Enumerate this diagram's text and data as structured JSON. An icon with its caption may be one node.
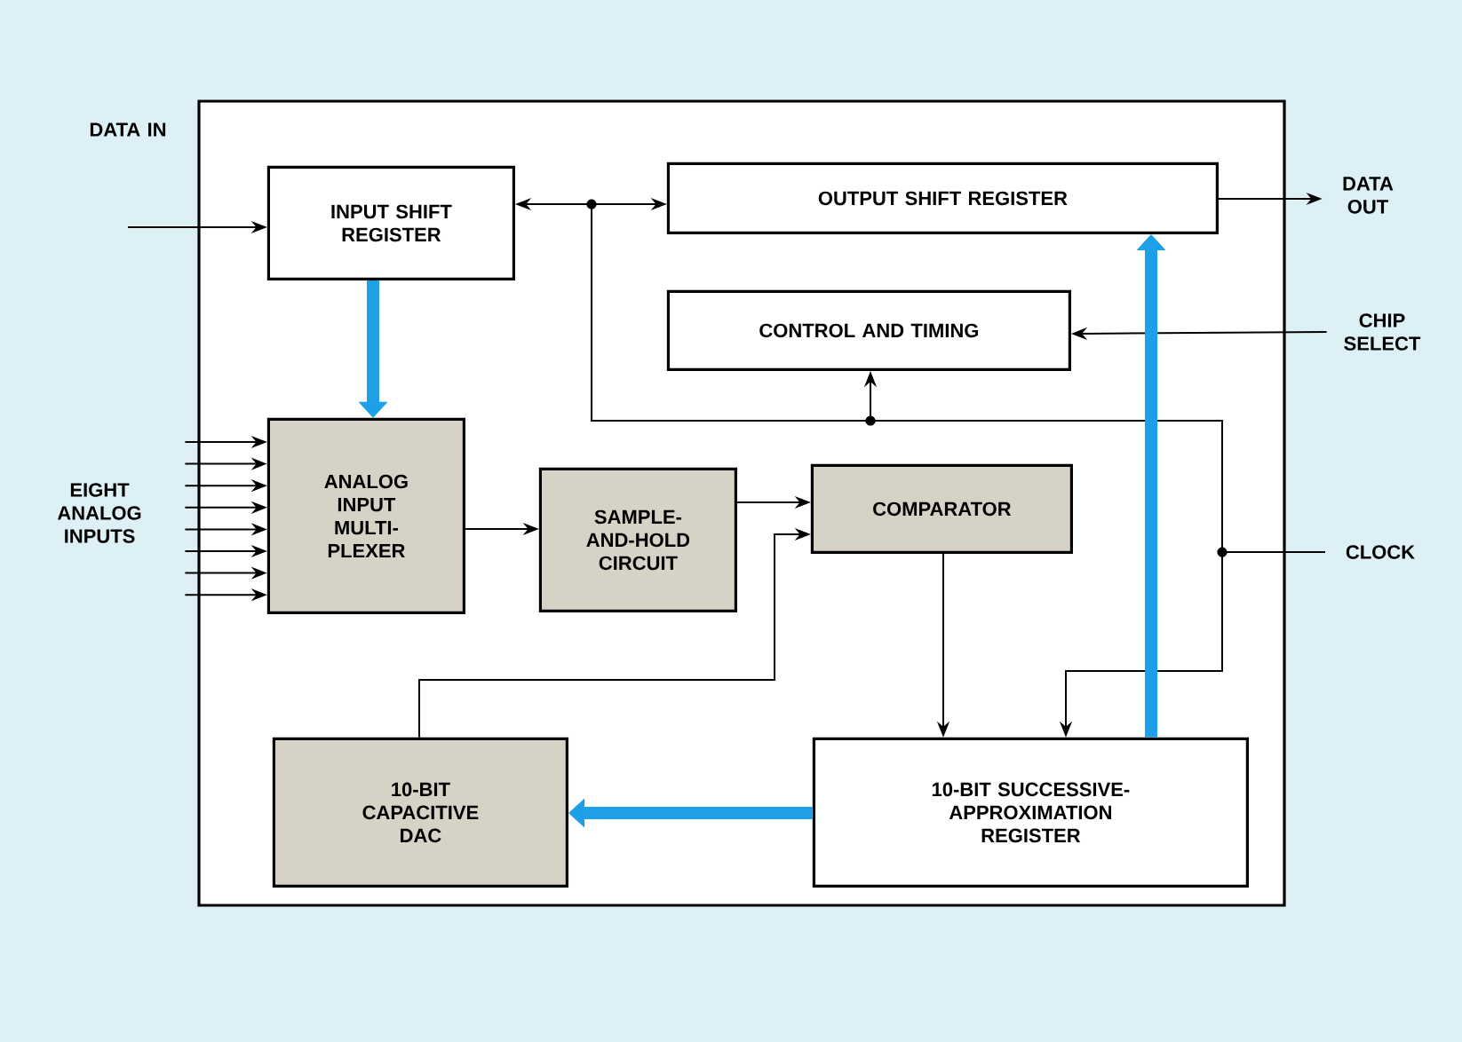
{
  "diagram": {
    "nodes": [
      {
        "text": [],
        "shape": "box"
      },
      {
        "text": [
          "INPUT SHIFT REGISTER"
        ],
        "in": 0
      },
      {
        "text": [
          "OUTPUT SHIFT REGISTER"
        ],
        "in": 0
      },
      {
        "text": [
          "CONTROL AND TIMING"
        ],
        "in": 0
      },
      {
        "text": [
          "ANALOG INPUT MULTI- PLEXER"
        ],
        "in": 0
      },
      {
        "text": [
          "SAMPLE- AND-HOLD CIRCUIT"
        ],
        "in": 0
      },
      {
        "text": [
          "COMPARATOR"
        ],
        "in": 0
      },
      {
        "text": [
          "10-BIT CAPACITIVE DAC"
        ],
        "in": 0
      },
      {
        "text": [
          "10-BIT SUCCESSIVE- APPROXIMATION REGISTER"
        ],
        "in": 0
      },
      {
        "text": [
          "DATA IN"
        ]
      },
      {
        "text": [
          "DATA OUT"
        ]
      },
      {
        "text": [
          "CHIP SELECT"
        ]
      },
      {
        "text": [
          "CLOCK"
        ]
      },
      {
        "text": [
          "EIGHT ANALOG INPUTS"
        ]
      }
    ],
    "edges": [
      {
        "from": 9,
        "to": 1,
        "arrow": "to"
      },
      {
        "from": 12,
        "to": 1,
        "arrow": "to"
      },
      {
        "from": 12,
        "to": 2,
        "arrow": "to"
      },
      {
        "from": 2,
        "to": 10,
        "arrow": "to"
      },
      {
        "from": 11,
        "to": 3,
        "arrow": "to"
      },
      {
        "from": 12,
        "to": 3,
        "arrow": "to"
      },
      {
        "from": 1,
        "to": 4,
        "arrow": "to",
        "style": "thick",
        "color": "#1ea0e8"
      },
      {
        "from": 13,
        "to": 4,
        "arrow": "to"
      },
      {
        "from": 13,
        "to": 4,
        "arrow": "to"
      },
      {
        "from": 13,
        "to": 4,
        "arrow": "to"
      },
      {
        "from": 13,
        "to": 4,
        "arrow": "to"
      },
      {
        "from": 13,
        "to": 4,
        "arrow": "to"
      },
      {
        "from": 13,
        "to": 4,
        "arrow": "to"
      },
      {
        "from": 13,
        "to": 4,
        "arrow": "to"
      },
      {
        "from": 13,
        "to": 4,
        "arrow": "to"
      },
      {
        "from": 4,
        "to": 5,
        "arrow": "to"
      },
      {
        "from": 5,
        "to": 6,
        "arrow": "to"
      },
      {
        "from": 7,
        "to": 6,
        "arrow": "to"
      },
      {
        "from": 6,
        "to": 8,
        "arrow": "to"
      },
      {
        "from": 12,
        "to": 8,
        "arrow": "to"
      },
      {
        "from": 8,
        "to": 7,
        "arrow": "to",
        "style": "thick",
        "color": "#1ea0e8"
      },
      {
        "from": 8,
        "to": 2,
        "arrow": "to",
        "style": "thick",
        "color": "#1ea0e8"
      }
    ]
  }
}
